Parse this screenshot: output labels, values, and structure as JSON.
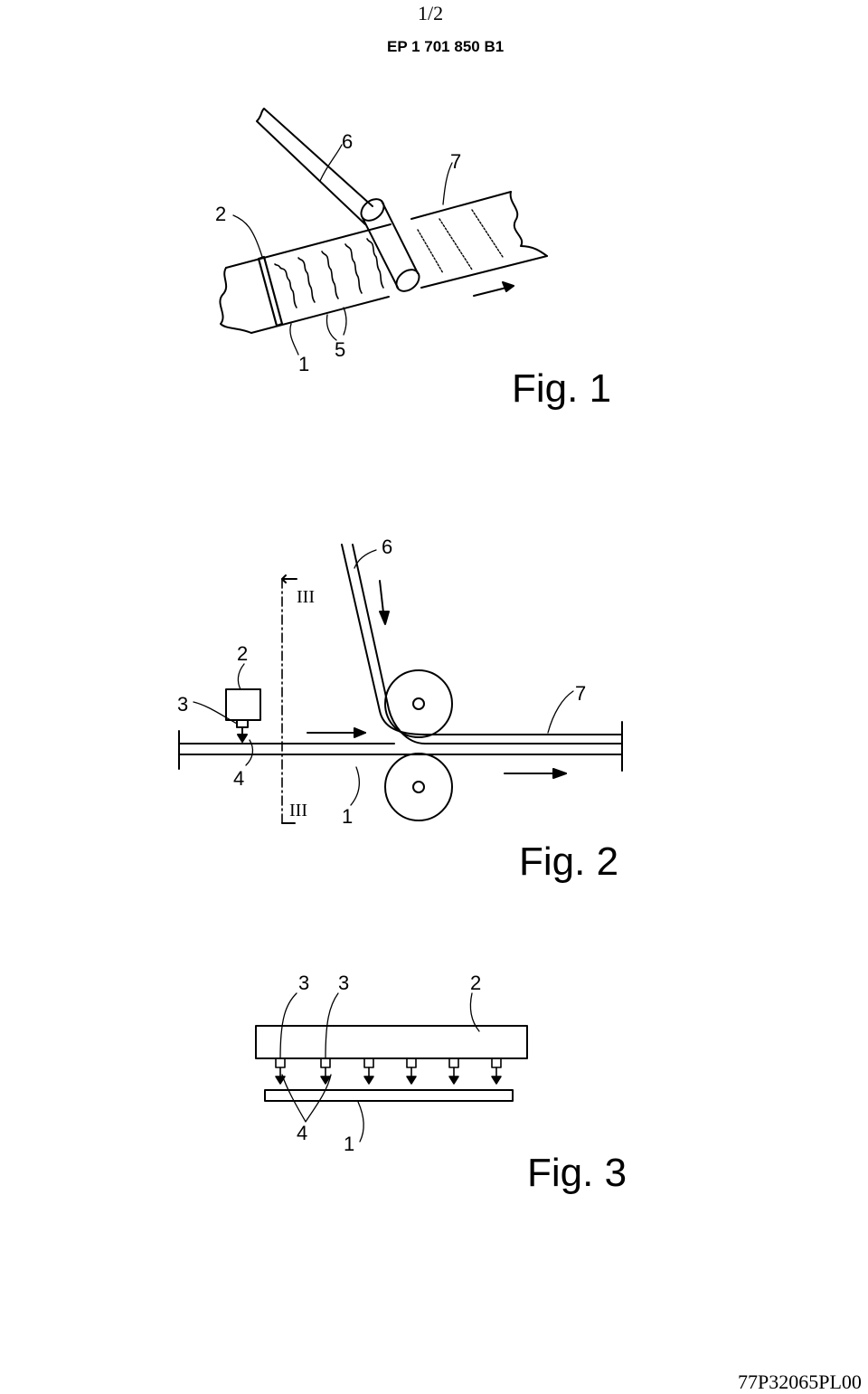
{
  "header": {
    "page_number": "1/2",
    "patent_number": "EP 1 701 850 B1"
  },
  "figures": [
    {
      "caption": "Fig. 1",
      "references": [
        "2",
        "6",
        "7",
        "1",
        "5"
      ]
    },
    {
      "caption": "Fig. 2",
      "references": [
        "6",
        "III",
        "2",
        "3",
        "7",
        "4",
        "III",
        "1"
      ]
    },
    {
      "caption": "Fig. 3",
      "references": [
        "3",
        "3",
        "2",
        "4",
        "1"
      ]
    }
  ],
  "footer": {
    "code": "77P32065PL00"
  },
  "colors": {
    "ink": "#000000",
    "paper": "#ffffff"
  }
}
